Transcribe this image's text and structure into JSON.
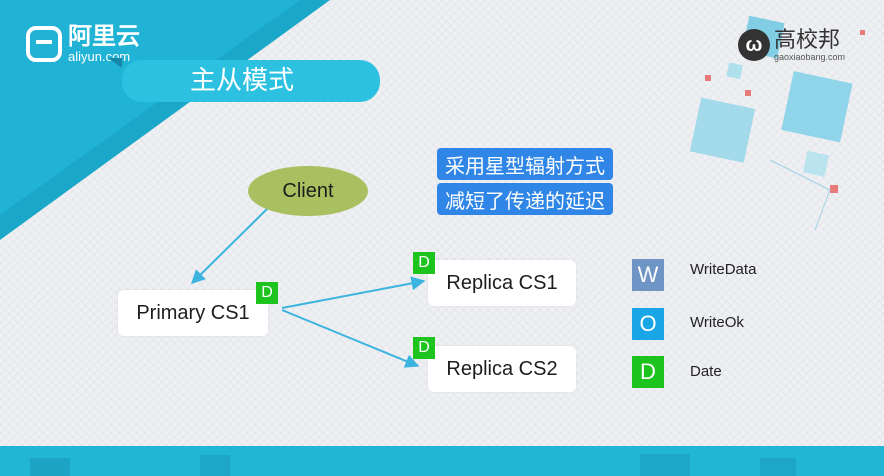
{
  "branding": {
    "left_logo_cn": "阿里云",
    "left_logo_en": "aliyun.com",
    "right_logo_cn": "高校邦",
    "right_logo_en": "gaoxiaobang.com"
  },
  "slide_title": "主从模式",
  "callouts": [
    "采用星型辐射方式",
    "减短了传递的延迟"
  ],
  "nodes": {
    "client": "Client",
    "primary": "Primary CS1",
    "replica1": "Replica CS1",
    "replica2": "Replica CS2",
    "badge_letter": "D"
  },
  "legend": [
    {
      "letter": "W",
      "label": "WriteData",
      "color": "#6f95c6"
    },
    {
      "letter": "O",
      "label": "WriteOk",
      "color": "#19a6e6"
    },
    {
      "letter": "D",
      "label": "Date",
      "color": "#1dc41d"
    }
  ],
  "colors": {
    "accent": "#19b3d6",
    "client_ellipse": "#a8c060",
    "arrow": "#3cb4e0",
    "callout": "#2f86e6"
  }
}
